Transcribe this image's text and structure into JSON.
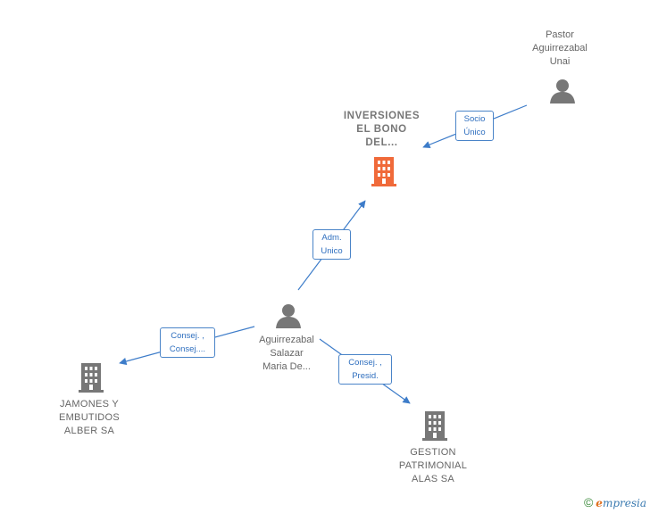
{
  "colors": {
    "edge": "#3d7cc9",
    "person": "#777777",
    "company": "#777777",
    "focus": "#f06a3a"
  },
  "nodes": {
    "pastor": {
      "line1": "Pastor",
      "line2": "Aguirrezabal",
      "line3": "Unai",
      "icon": "person-icon"
    },
    "inversiones": {
      "line1": "INVERSIONES",
      "line2": "EL BONO",
      "line3": "DEL...",
      "icon": "building-icon"
    },
    "aguirrezabal": {
      "line1": "Aguirrezabal",
      "line2": "Salazar",
      "line3": "Maria De...",
      "icon": "person-icon"
    },
    "jamones": {
      "line1": "JAMONES Y",
      "line2": "EMBUTIDOS",
      "line3": "ALBER SA",
      "icon": "building-icon"
    },
    "gestion": {
      "line1": "GESTION",
      "line2": "PATRIMONIAL",
      "line3": "ALAS SA",
      "icon": "building-icon"
    }
  },
  "edges": {
    "socio": {
      "line1": "Socio",
      "line2": "Único"
    },
    "adm": {
      "line1": "Adm.",
      "line2": "Unico"
    },
    "consej_jamones": {
      "line1": "Consej. ,",
      "line2": "Consej...."
    },
    "consej_gestion": {
      "line1": "Consej. ,",
      "line2": "Presid."
    }
  },
  "brand": {
    "copyright": "©",
    "e": "e",
    "rest": "mpresia"
  }
}
